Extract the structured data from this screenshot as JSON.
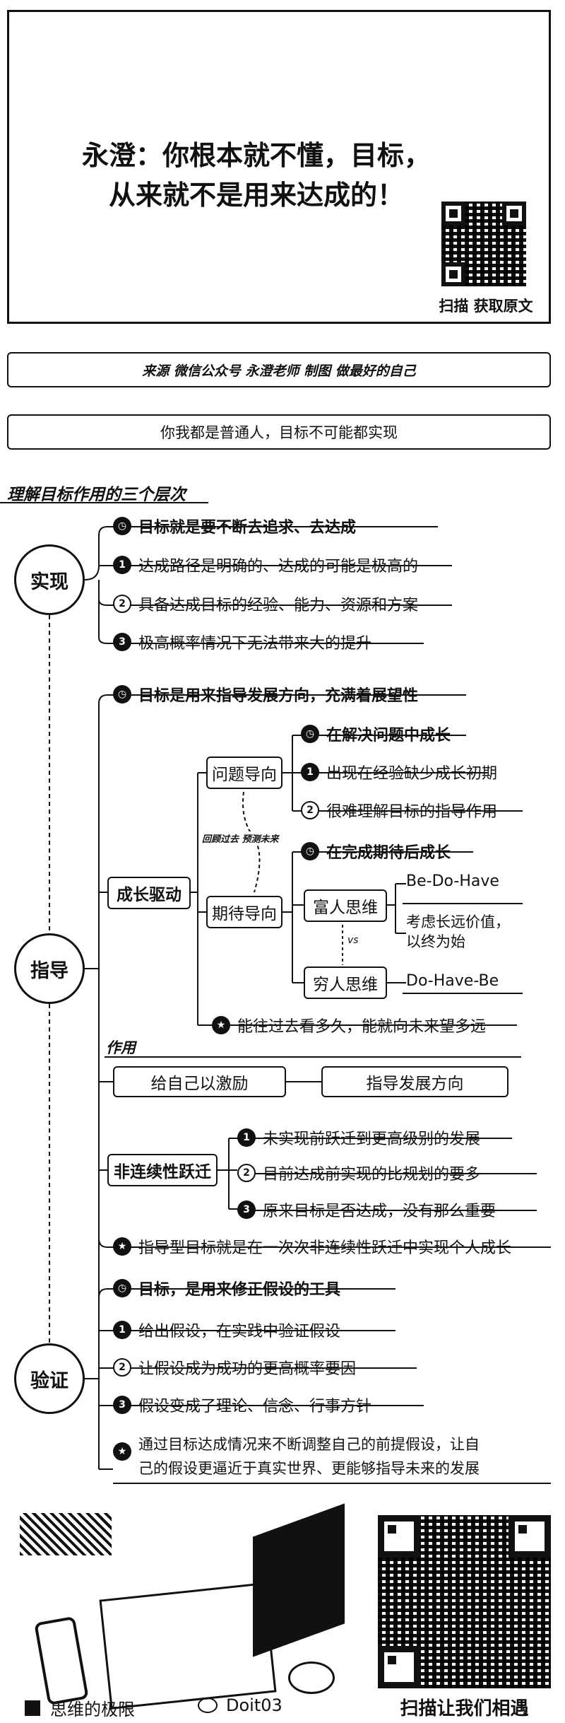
{
  "header": {
    "title_line1": "永澄：你根本就不懂，目标，",
    "title_line2": "从来就不是用来达成的！",
    "qr_caption": "扫描 获取原文"
  },
  "source_bar": "来源  微信公众号  永澄老师  制图  做最好的自己",
  "intro_bar": "你我都是普通人，目标不可能都实现",
  "section_heading": "理解目标作用的三个层次",
  "levels": {
    "realize": {
      "label": "实现",
      "items": [
        "目标就是要不断去追求、去达成",
        "达成路径是明确的、达成的可能是极高的",
        "具备达成目标的经验、能力、资源和方案",
        "极高概率情况下无法带来大的提升"
      ]
    },
    "guide": {
      "label": "指导",
      "top_item": "目标是用来指导发展方向，充满着展望性",
      "growth_drive": "成长驱动",
      "problem_oriented": "问题导向",
      "problem_items": [
        "在解决问题中成长",
        "出现在经验缺少成长初期",
        "很难理解目标的指导作用"
      ],
      "link_label": "回顾过去 预测未来",
      "expect_oriented": "期待导向",
      "expect_item": "在完成期待后成长",
      "rich_mind": "富人思维",
      "rich_formula": "Be-Do-Have",
      "rich_note_line1": "考虑长远价值，",
      "rich_note_line2": "以终为始",
      "vs_label": "vs",
      "poor_mind": "穷人思维",
      "poor_formula": "Do-Have-Be",
      "star_item": "能往过去看多久，能就向未来望多远",
      "role_heading": "作用",
      "role_motivate": "给自己以激励",
      "role_direction": "指导发展方向",
      "leap": "非连续性跃迁",
      "leap_items": [
        "未实现前跃迁到更高级别的发展",
        "目前达成前实现的比规划的要多",
        "原来目标是否达成，没有那么重要"
      ],
      "leap_star": "指导型目标就是在一次次非连续性跃迁中实现个人成长"
    },
    "verify": {
      "label": "验证",
      "items": [
        "目标，是用来修正假设的工具",
        "给出假设，在实践中验证假设",
        "让假设成为成功的更高概率要因",
        "假设变成了理论、信念、行事方针"
      ],
      "star_line1": "通过目标达成情况来不断调整自己的前提假设，让自",
      "star_line2": "己的假设更逼近于真实世界、更能够指导未来的发展"
    }
  },
  "footer": {
    "brand": "思维的极限",
    "wechat_id": "Doit03",
    "qr_caption": "扫描让我们相遇"
  }
}
